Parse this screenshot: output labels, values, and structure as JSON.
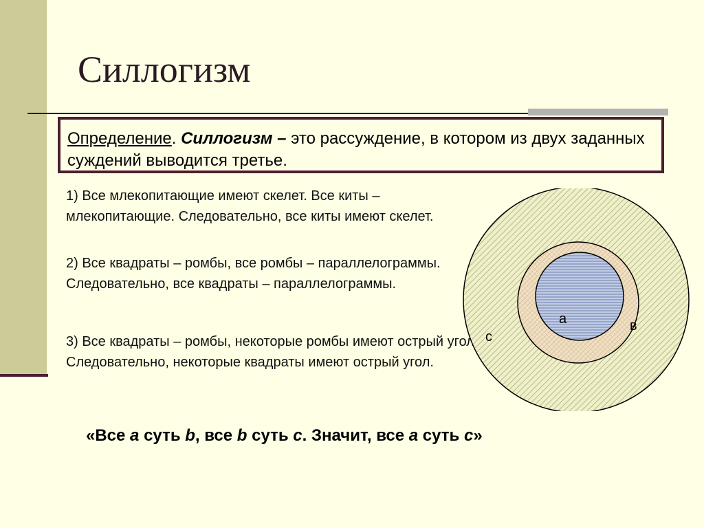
{
  "title": "Силлогизм",
  "definition": {
    "label": "Определение",
    "dot": ". ",
    "term": "Силлогизм –",
    "text": " это рассуждение, в котором из двух заданных суждений выводится третье."
  },
  "examples": [
    "1) Все млекопитающие имеют скелет. Все киты – млекопитающие. Следовательно, все киты имеют скелет.",
    "2) Все квадраты – ромбы, все ромбы – параллелограммы. Следовательно, все квадраты – параллелограммы.",
    "3) Все квадраты – ромбы, некоторые ромбы имеют острый угол. Следовательно, некоторые квадраты имеют острый угол."
  ],
  "rule": {
    "p1": "«Все ",
    "a1": "a",
    "p2": " суть ",
    "b1": "b",
    "p3": ", все ",
    "b2": "b",
    "p4": " суть ",
    "c1": "c",
    "p5": ". Значит, все ",
    "a2": "a",
    "p6": " суть ",
    "c2": "c",
    "p7": "»"
  },
  "diagram": {
    "label_a": "а",
    "label_b": "в",
    "label_c": "с",
    "colors": {
      "outer": "#e8e8b0",
      "middle": "#ead8b8",
      "inner": "#a8b8d8",
      "stroke": "#000000"
    }
  }
}
